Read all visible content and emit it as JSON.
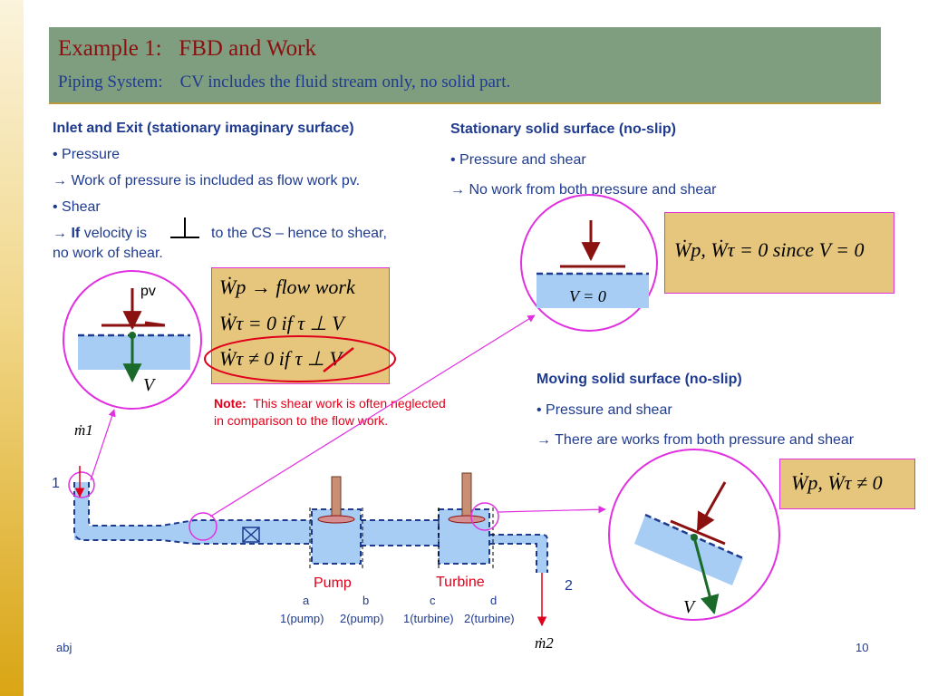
{
  "header": {
    "title": "Example 1:   FBD and Work",
    "subtitle": "Piping System:    CV includes the fluid stream only, no solid part."
  },
  "left_section": {
    "heading": "Inlet and Exit (stationary imaginary surface)",
    "bullet_pressure": "• Pressure",
    "pressure_work": "→ Work of pressure is included as flow work pv.",
    "bullet_shear": "• Shear",
    "if_word": "If",
    "velocity_text": "velocity is",
    "cs_text": "to the CS – hence to shear,",
    "no_shear_work": "no work of shear."
  },
  "stationary_section": {
    "heading": "Stationary solid surface (no-slip)",
    "bullet": "• Pressure and shear",
    "result": "→ No work from both pressure and shear"
  },
  "moving_section": {
    "heading": "Moving solid surface (no-slip)",
    "bullet": "• Pressure and shear",
    "result": "→ There are works from both pressure and shear"
  },
  "equations": {
    "flow_work": "Ẇp → flow work",
    "shear_zero": "Ẇτ = 0  if  τ ⊥ V",
    "shear_nonzero": "Ẇτ ≠ 0  if  τ ⊥ V",
    "stationary": "Ẇp, Ẇτ = 0  since V = 0",
    "moving": "Ẇp, Ẇτ ≠ 0"
  },
  "note": {
    "label": "Note:",
    "line1": "This shear work is often neglected",
    "line2": "in comparison to the flow work."
  },
  "diagram_labels": {
    "pv": "pv",
    "v_vector": "V",
    "v_zero": "V = 0",
    "m1": "ṁ1",
    "m2": "ṁ2",
    "inlet": "1",
    "exit": "2",
    "pump": "Pump",
    "turbine": "Turbine",
    "a": "a",
    "b": "b",
    "c": "c",
    "d": "d",
    "a_desc": "1(pump)",
    "b_desc": "2(pump)",
    "c_desc": "1(turbine)",
    "d_desc": "2(turbine)"
  },
  "footer": {
    "author": "abj",
    "page": "10"
  },
  "colors": {
    "header_bg": "#7f9d7f",
    "title": "#8b1010",
    "text": "#1f3b8f",
    "fluid": "#a8cdf5",
    "eq_box": "#e5c67c",
    "magenta": "#e030e0",
    "arrow": "#8b1010",
    "accent_red": "#e0001b"
  }
}
